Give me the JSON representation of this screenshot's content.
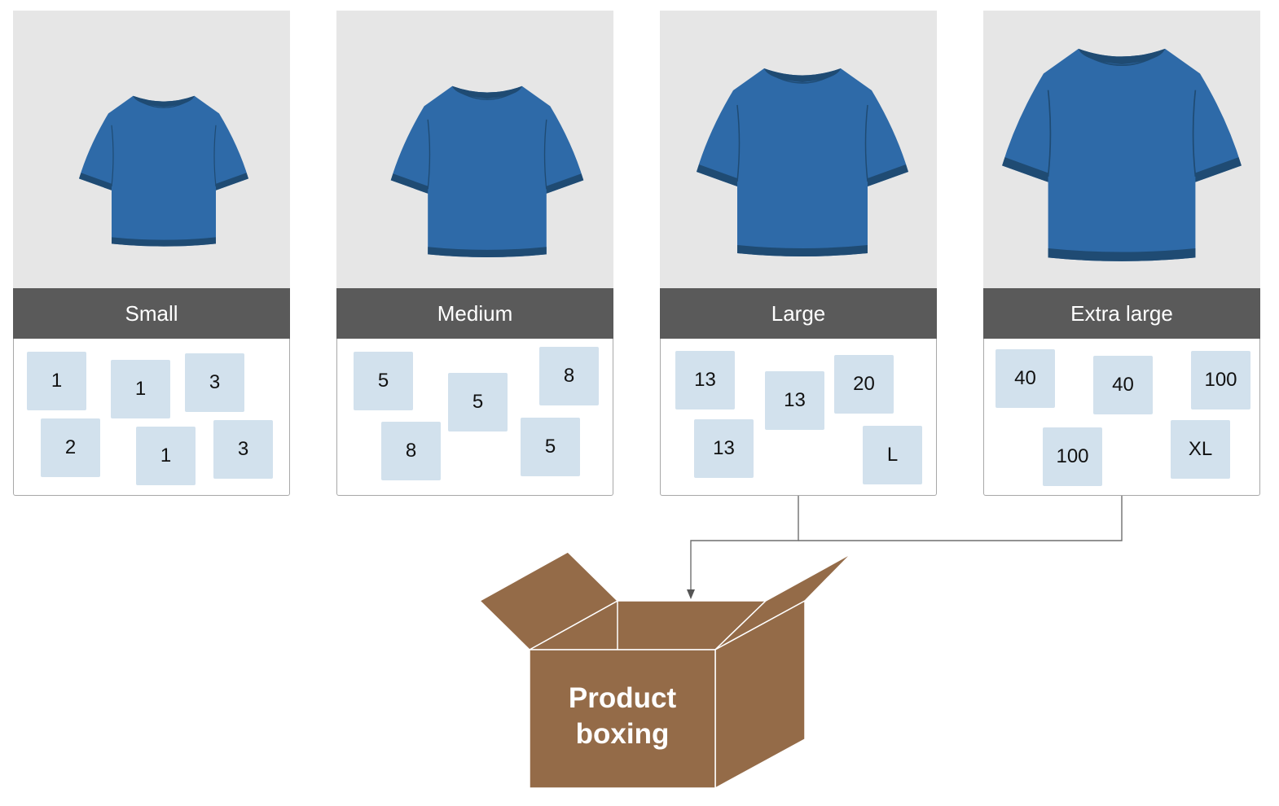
{
  "accent_colors": {
    "shirt": "#2e6aa8",
    "shirt_trim": "#1f4b73",
    "label_bar": "#5a5a5a",
    "tile": "#d2e1ed",
    "box": "#946b48"
  },
  "cards": [
    {
      "label": "Small",
      "tiles": [
        "1",
        "1",
        "3",
        "2",
        "1",
        "3"
      ]
    },
    {
      "label": "Medium",
      "tiles": [
        "5",
        "5",
        "8",
        "8",
        "5"
      ]
    },
    {
      "label": "Large",
      "tiles": [
        "13",
        "13",
        "20",
        "13",
        "L"
      ]
    },
    {
      "label": "Extra large",
      "tiles": [
        "40",
        "40",
        "100",
        "100",
        "XL"
      ]
    }
  ],
  "box": {
    "line1": "Product",
    "line2": "boxing",
    "icon": "open-box-icon"
  }
}
